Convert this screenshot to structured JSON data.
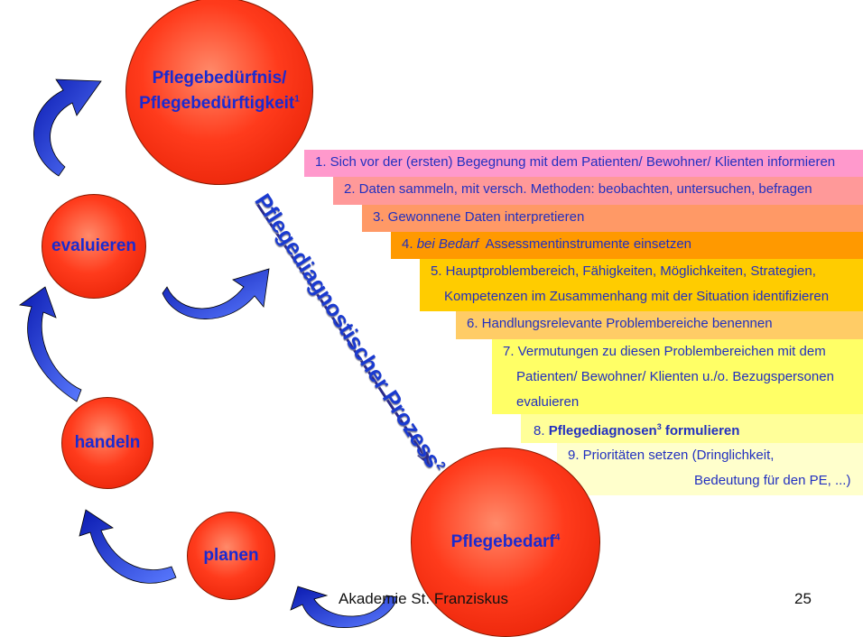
{
  "nodes": {
    "need": "Pflegebedürfnis/",
    "need2": "Pflegebedürftigkeit",
    "need_sup": "1",
    "evaluate": "evaluieren",
    "act": "handeln",
    "plan": "planen",
    "demand": "Pflegebedarf",
    "demand_sup": "4"
  },
  "process_label": "Pflegediagnostischer Prozess",
  "process_sup": "2",
  "steps": [
    {
      "lines": [
        "1. Sich vor der (ersten) Begegnung mit dem Patienten/ Bewohner/ Klienten informieren"
      ],
      "color": "#ff99cc"
    },
    {
      "lines": [
        "2. Daten sammeln, mit versch. Methoden: beobachten, untersuchen, befragen"
      ],
      "color": "#ff9999"
    },
    {
      "lines": [
        "3. Gewonnene Daten interpretieren"
      ],
      "color": "#ff9966"
    },
    {
      "prefix": "4. ",
      "italic": "bei Bedarf",
      "rest": "  Assessmentinstrumente einsetzen",
      "color": "#ff9900"
    },
    {
      "lines": [
        "5. Hauptproblembereich, Fähigkeiten, Möglichkeiten, Strategien,",
        "Kompetenzen im Zusammenhang mit der Situation identifizieren"
      ],
      "color": "#ffcc00"
    },
    {
      "lines": [
        "6. Handlungsrelevante Problembereiche benennen"
      ],
      "color": "#ffcc66"
    },
    {
      "lines": [
        "7. Vermutungen zu diesen Problembereichen mit dem",
        "Patienten/ Bewohner/ Klienten u./o. Bezugspersonen",
        "evaluieren"
      ],
      "color": "#ffff66"
    },
    {
      "prefix": "8. ",
      "bold": "Pflegediagnosen",
      "sup": "3",
      "bold2": " formulieren",
      "color": "#ffff99"
    },
    {
      "lines": [
        "9. Prioritäten setzen (Dringlichkeit,",
        "Bedeutung für den PE, ...)"
      ],
      "color": "#ffffcc"
    }
  ],
  "footer": {
    "org": "Akademie St. Franziskus",
    "page": "25"
  }
}
